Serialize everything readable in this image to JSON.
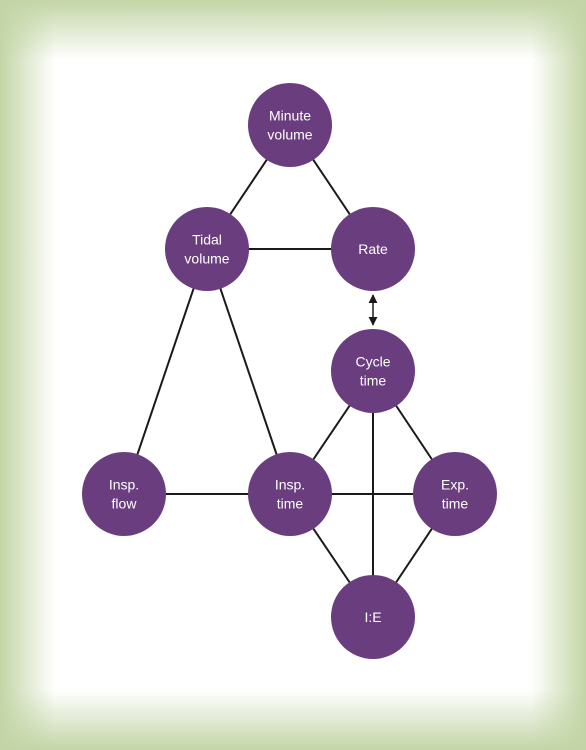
{
  "nodes": [
    {
      "id": "minute-volume",
      "lines": [
        "Minute",
        "volume"
      ]
    },
    {
      "id": "tidal-volume",
      "lines": [
        "Tidal",
        "volume"
      ]
    },
    {
      "id": "rate",
      "lines": [
        "Rate"
      ]
    },
    {
      "id": "cycle-time",
      "lines": [
        "Cycle",
        "time"
      ]
    },
    {
      "id": "insp-flow",
      "lines": [
        "Insp.",
        "flow"
      ]
    },
    {
      "id": "insp-time",
      "lines": [
        "Insp.",
        "time"
      ]
    },
    {
      "id": "exp-time",
      "lines": [
        "Exp.",
        "time"
      ]
    },
    {
      "id": "ie",
      "lines": [
        "I:E"
      ]
    }
  ],
  "edges": [
    [
      "minute-volume",
      "tidal-volume"
    ],
    [
      "minute-volume",
      "rate"
    ],
    [
      "tidal-volume",
      "rate"
    ],
    [
      "tidal-volume",
      "insp-flow"
    ],
    [
      "tidal-volume",
      "insp-time"
    ],
    [
      "insp-flow",
      "insp-time"
    ],
    [
      "insp-time",
      "exp-time"
    ],
    [
      "cycle-time",
      "insp-time"
    ],
    [
      "cycle-time",
      "exp-time"
    ],
    [
      "cycle-time",
      "ie"
    ],
    [
      "insp-time",
      "ie"
    ],
    [
      "exp-time",
      "ie"
    ]
  ],
  "arrows": [
    {
      "from": "rate",
      "to": "cycle-time",
      "style": "double-headed"
    }
  ],
  "colors": {
    "node_fill": "#6a3d7e",
    "node_text": "#ffffff",
    "edge": "#1a1a1a",
    "border": "#c3d5a6"
  }
}
